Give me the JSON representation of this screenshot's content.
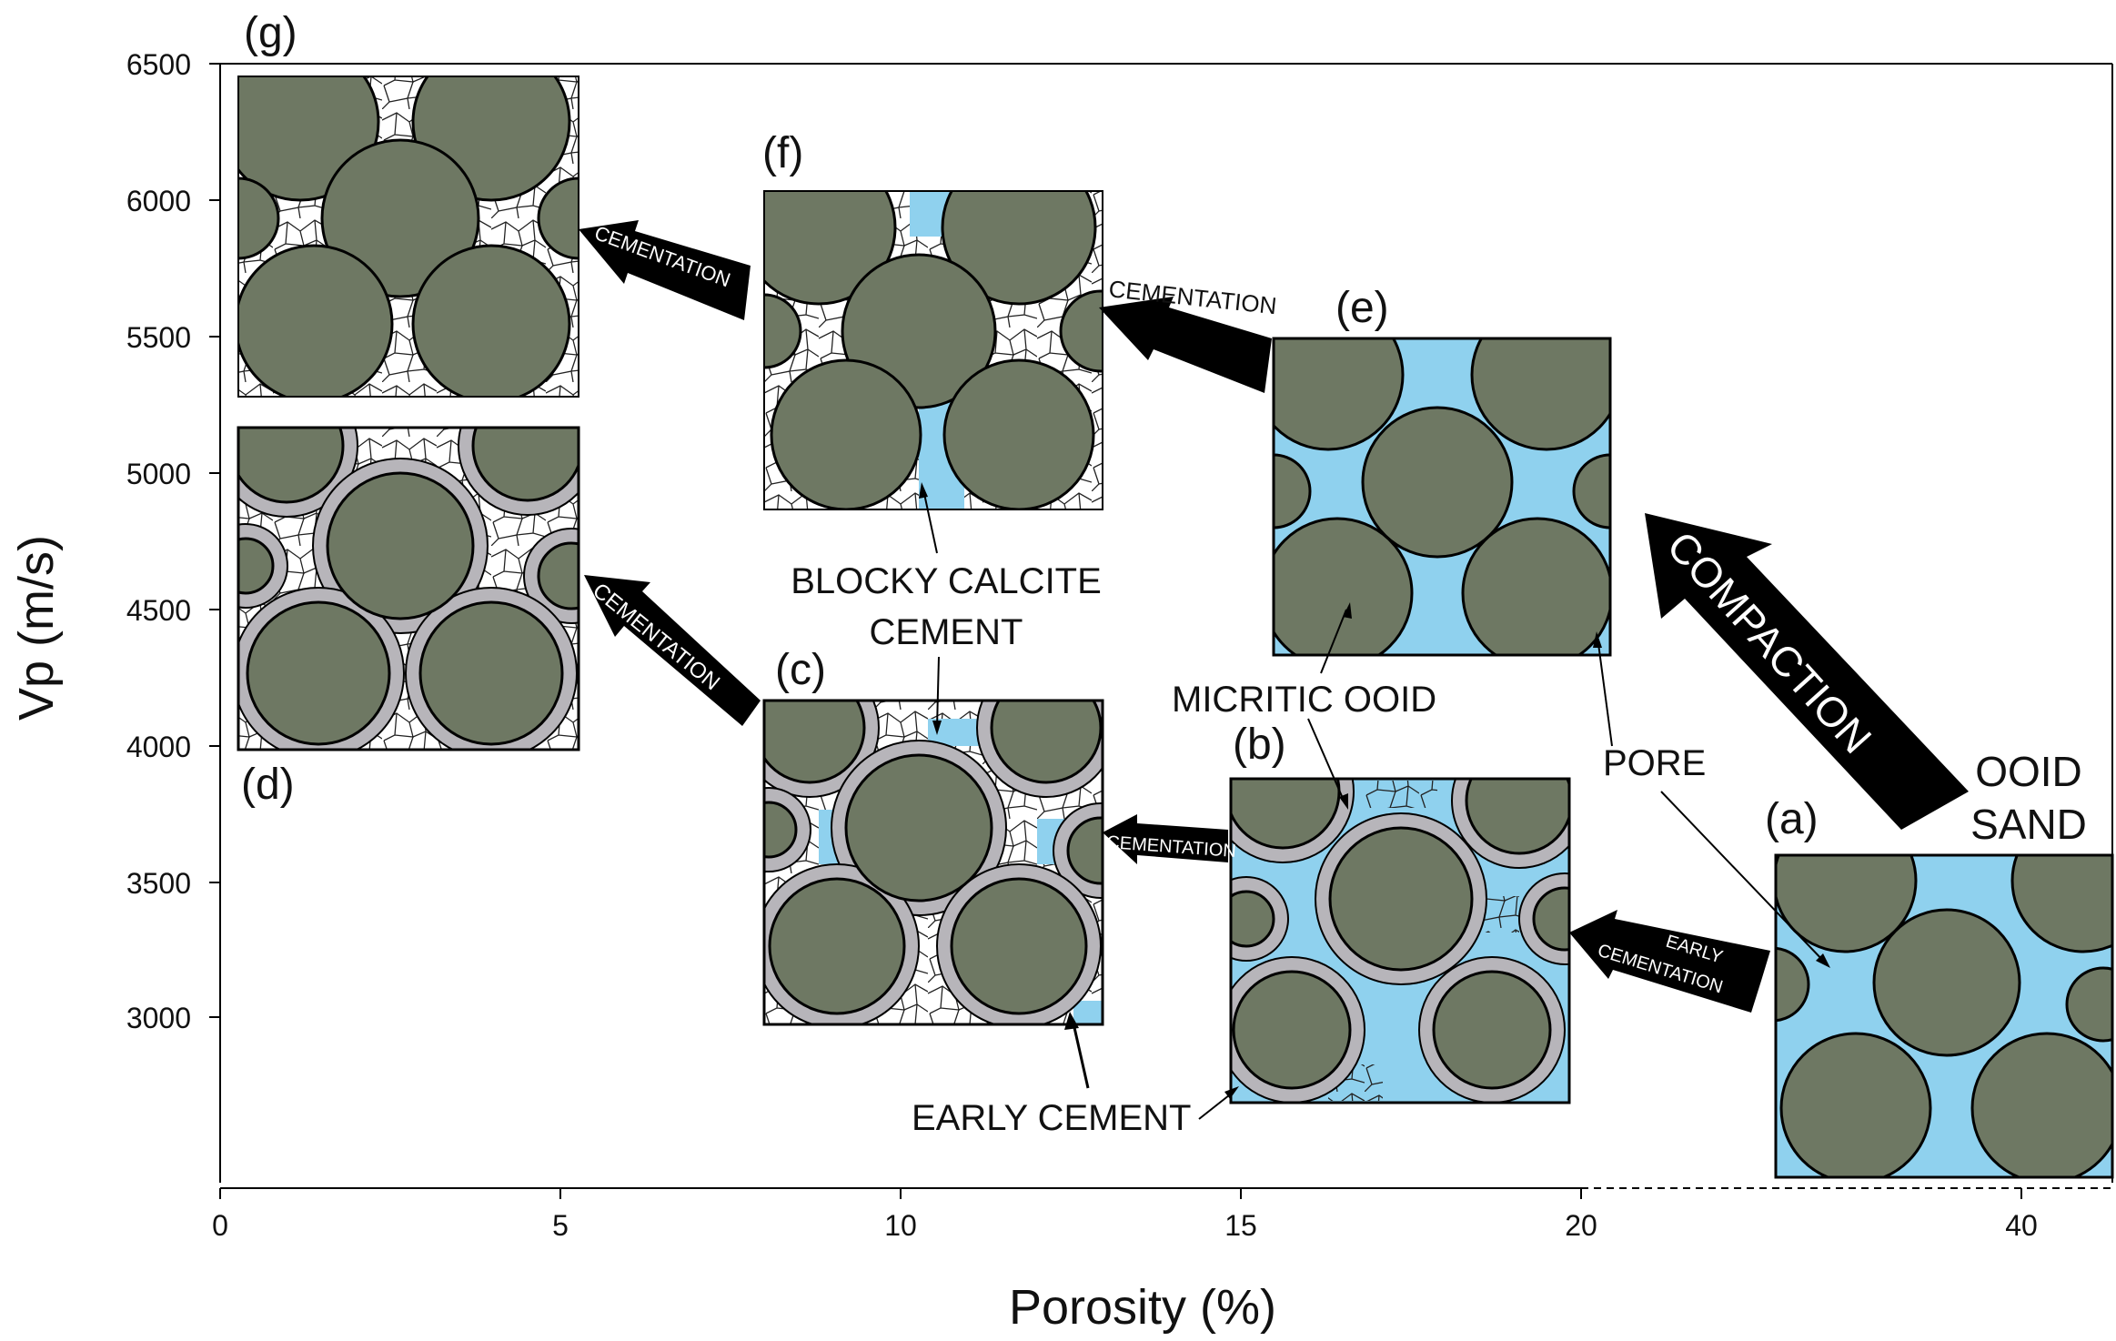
{
  "colors": {
    "ooid": "#6e7863",
    "pore": "#8fd1ee",
    "rim_cement": "#b7b5ba",
    "blocky_cement": "#ffffff",
    "arrow": "#000000"
  },
  "axes": {
    "ylabel": "Vp (m/s)",
    "xlabel": "Porosity (%)",
    "yticks": [
      "6500",
      "6000",
      "5500",
      "5000",
      "4500",
      "4000",
      "3500",
      "3000"
    ],
    "xticks": [
      "0",
      "5",
      "10",
      "15",
      "20",
      "40"
    ]
  },
  "panels": {
    "a": "(a)",
    "b": "(b)",
    "c": "(c)",
    "d": "(d)",
    "e": "(e)",
    "f": "(f)",
    "g": "(g)"
  },
  "arrows": {
    "early_cementation_line1": "EARLY",
    "early_cementation_line2": "CEMENTATION",
    "cementation_b_c": "CEMENTATION",
    "cementation_c_d": "CEMENTATION",
    "cementation_e_f": "CEMENTATION",
    "cementation_f_g": "CEMENTATION",
    "compaction": "COMPACTION"
  },
  "annotations": {
    "ooid_sand_line1": "OOID",
    "ooid_sand_line2": "SAND",
    "pore": "PORE",
    "micritic_ooid": "MICRITIC OOID",
    "blocky_calcite_line1": "BLOCKY CALCITE",
    "blocky_calcite_line2": "CEMENT",
    "early_cement": "EARLY CEMENT"
  }
}
